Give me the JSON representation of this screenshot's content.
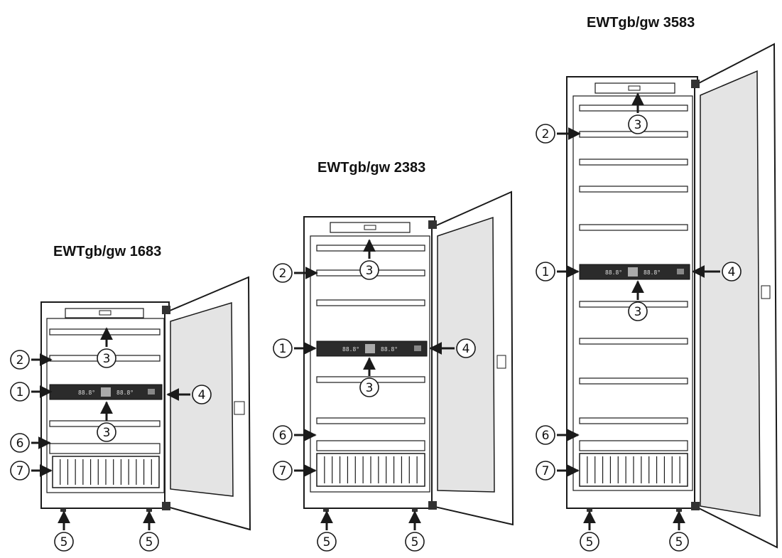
{
  "models": [
    {
      "id": "small",
      "title": "EWTgb/gw 1683"
    },
    {
      "id": "medium",
      "title": "EWTgb/gw 2383"
    },
    {
      "id": "large",
      "title": "EWTgb/gw 3583"
    }
  ],
  "callouts": {
    "1": "1",
    "2": "2",
    "3": "3",
    "4": "4",
    "5": "5",
    "6": "6",
    "7": "7"
  },
  "panel": {
    "left_digits": "88.8°",
    "right_digits": "88.8°"
  },
  "colors": {
    "line": "#1a1a1a",
    "panel": "#2b2b2b",
    "glass": "#e4e4e4",
    "frame": "#ffffff"
  }
}
